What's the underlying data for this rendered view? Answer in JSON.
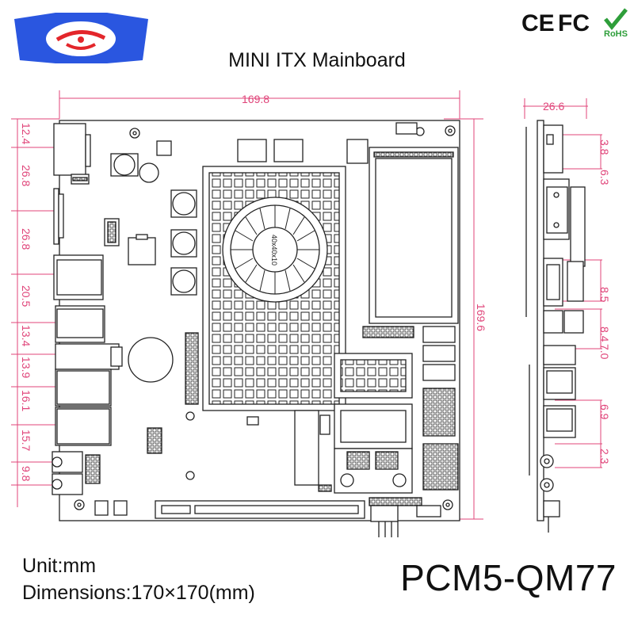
{
  "header": {
    "title": "MINI ITX Mainboard",
    "certifications": [
      "CE",
      "FC",
      "RoHS"
    ]
  },
  "board": {
    "fan_label": "40x40x10"
  },
  "dimensions_top": {
    "width_mm": "169.8",
    "side_width_mm": "26.6"
  },
  "dimensions_left": [
    "12.4",
    "26.8",
    "26.8",
    "20.5",
    "13.4",
    "13.9",
    "16.1",
    "15.7",
    "9.8"
  ],
  "dimensions_height": "169.6",
  "dimensions_side": [
    "3.8",
    "6.3",
    "8.5",
    "8.4",
    "7.0",
    "6.9",
    "2.3"
  ],
  "footer": {
    "unit": "Unit:mm",
    "dimensions": "Dimensions:170×170(mm)",
    "model": "PCM5-QM77"
  },
  "colors": {
    "dimension_line": "#e0457a",
    "logo_blue": "#2a56e0",
    "logo_red": "#e3262b",
    "rohs_green": "#2e9e3a"
  }
}
